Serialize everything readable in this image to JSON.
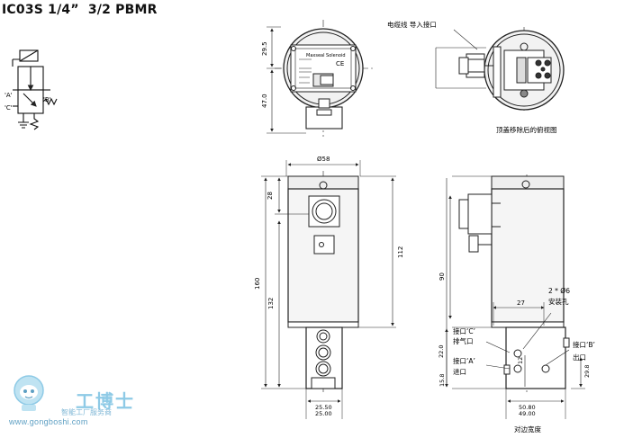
{
  "title": "IC03S 1/4”  3/2 PBMR",
  "symbol": {
    "port_a": "'A'",
    "port_c": "'C'",
    "port_b": "'B'"
  },
  "top_view": {
    "plate_text": [
      "Maxseal Solenoid",
      "CE"
    ],
    "dim_height_upper": "29.5",
    "dim_height_lower": "47.0"
  },
  "cover_removed_view": {
    "label_cable_entry": "电缆线 导入接口",
    "caption": "顶盖移除后的俯视图"
  },
  "front_view": {
    "dim_diameter": "Ø58",
    "dim_28": "28",
    "dim_112": "112",
    "dim_160": "160",
    "dim_132": "132",
    "dim_bottom_width": [
      "25.50",
      "25.00"
    ]
  },
  "side_view": {
    "dim_90": "90",
    "dim_27": "27",
    "mounting_hole": [
      "2 * Ø6",
      "安装孔"
    ],
    "port_c": [
      "接口‘C’",
      "排气口"
    ],
    "port_a": [
      "接口‘A’",
      "进口"
    ],
    "port_b": [
      "接口‘B’",
      "出口"
    ],
    "dim_22": "22.0",
    "dim_12": "12",
    "dim_15_8": "15.8",
    "dim_29_8": "29.8",
    "dim_width": [
      "50.80",
      "49.00"
    ],
    "caption": "对边宽度"
  },
  "watermark": {
    "name": "工博士",
    "sub": "智能工厂服务商",
    "url": "www.gongboshi.com"
  }
}
